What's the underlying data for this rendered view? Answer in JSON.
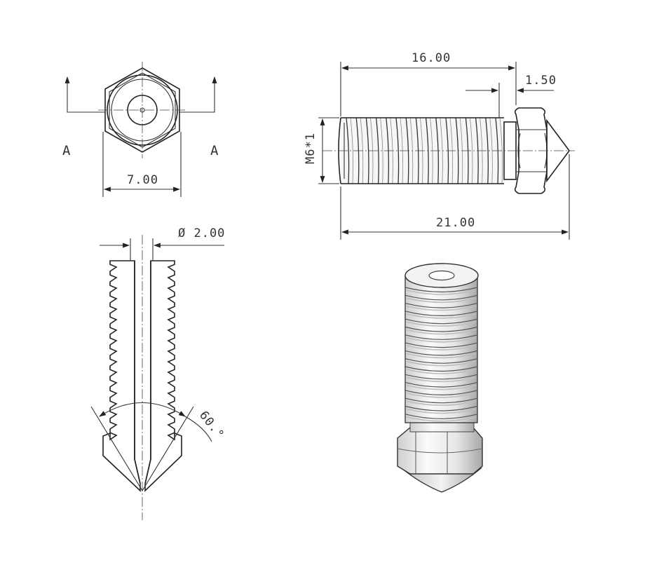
{
  "views": {
    "end_view": {
      "width_dim": "7.00",
      "section_label_left": "A",
      "section_label_right": "A"
    },
    "side_view": {
      "length_dim": "16.00",
      "tip_dim": "1.50",
      "thread_dim": "M6*1",
      "overall_dim": "21.00"
    },
    "section_view": {
      "bore_dim": "Ø 2.00",
      "angle_dim": "60.°"
    },
    "iso_view": {}
  },
  "colors": {
    "line": "#222222",
    "background": "#ffffff",
    "metal_light": "#f4f4f4",
    "metal_shadow": "#9a9a9a"
  }
}
